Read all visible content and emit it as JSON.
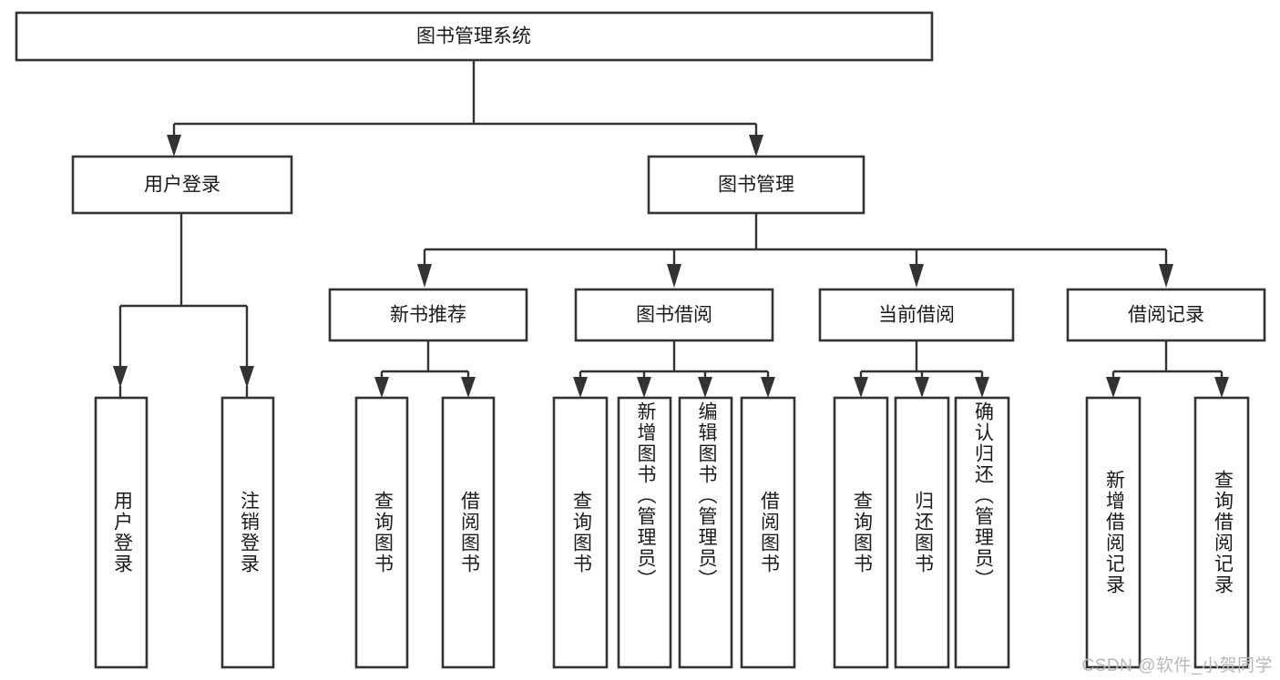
{
  "diagram": {
    "type": "tree",
    "title": "图书管理系统",
    "watermark": "CSDN @软件_小贺同学",
    "colors": {
      "box_stroke": "#333333",
      "box_fill": "#ffffff",
      "connector": "#333333",
      "text": "#1a1a1a",
      "watermark": "#b8b8b8",
      "background": "#ffffff"
    },
    "root": {
      "label": "图书管理系统",
      "children": [
        {
          "label": "用户登录",
          "children": [
            {
              "label": "用户登录"
            },
            {
              "label": "注销登录"
            }
          ]
        },
        {
          "label": "图书管理",
          "children": [
            {
              "label": "新书推荐",
              "children": [
                {
                  "label": "查询图书"
                },
                {
                  "label": "借阅图书"
                }
              ]
            },
            {
              "label": "图书借阅",
              "children": [
                {
                  "label": "查询图书"
                },
                {
                  "label": "新增图书（管理员）"
                },
                {
                  "label": "编辑图书（管理员）"
                },
                {
                  "label": "借阅图书"
                }
              ]
            },
            {
              "label": "当前借阅",
              "children": [
                {
                  "label": "查询图书"
                },
                {
                  "label": "归还图书"
                },
                {
                  "label": "确认归还（管理员）"
                }
              ]
            },
            {
              "label": "借阅记录",
              "children": [
                {
                  "label": "新增借阅记录"
                },
                {
                  "label": "查询借阅记录"
                }
              ]
            }
          ]
        }
      ]
    },
    "nodes": {
      "root_title": "图书管理系统",
      "l1_user_login": "用户登录",
      "l1_book_manage": "图书管理",
      "l2_new_book": "新书推荐",
      "l2_book_borrow": "图书借阅",
      "l2_current_borrow": "当前借阅",
      "l2_borrow_record": "借阅记录",
      "l3_user_login": "用户登录",
      "l3_user_logout": "注销登录",
      "l3_nb_query": "查询图书",
      "l3_nb_borrow": "借阅图书",
      "l3_bb_query": "查询图书",
      "l3_bb_add": "新增图书（管理员）",
      "l3_bb_edit": "编辑图书（管理员）",
      "l3_bb_borrow": "借阅图书",
      "l3_cb_query": "查询图书",
      "l3_cb_return": "归还图书",
      "l3_cb_confirm": "确认归还（管理员）",
      "l3_br_add": "新增借阅记录",
      "l3_br_query": "查询借阅记录"
    }
  }
}
